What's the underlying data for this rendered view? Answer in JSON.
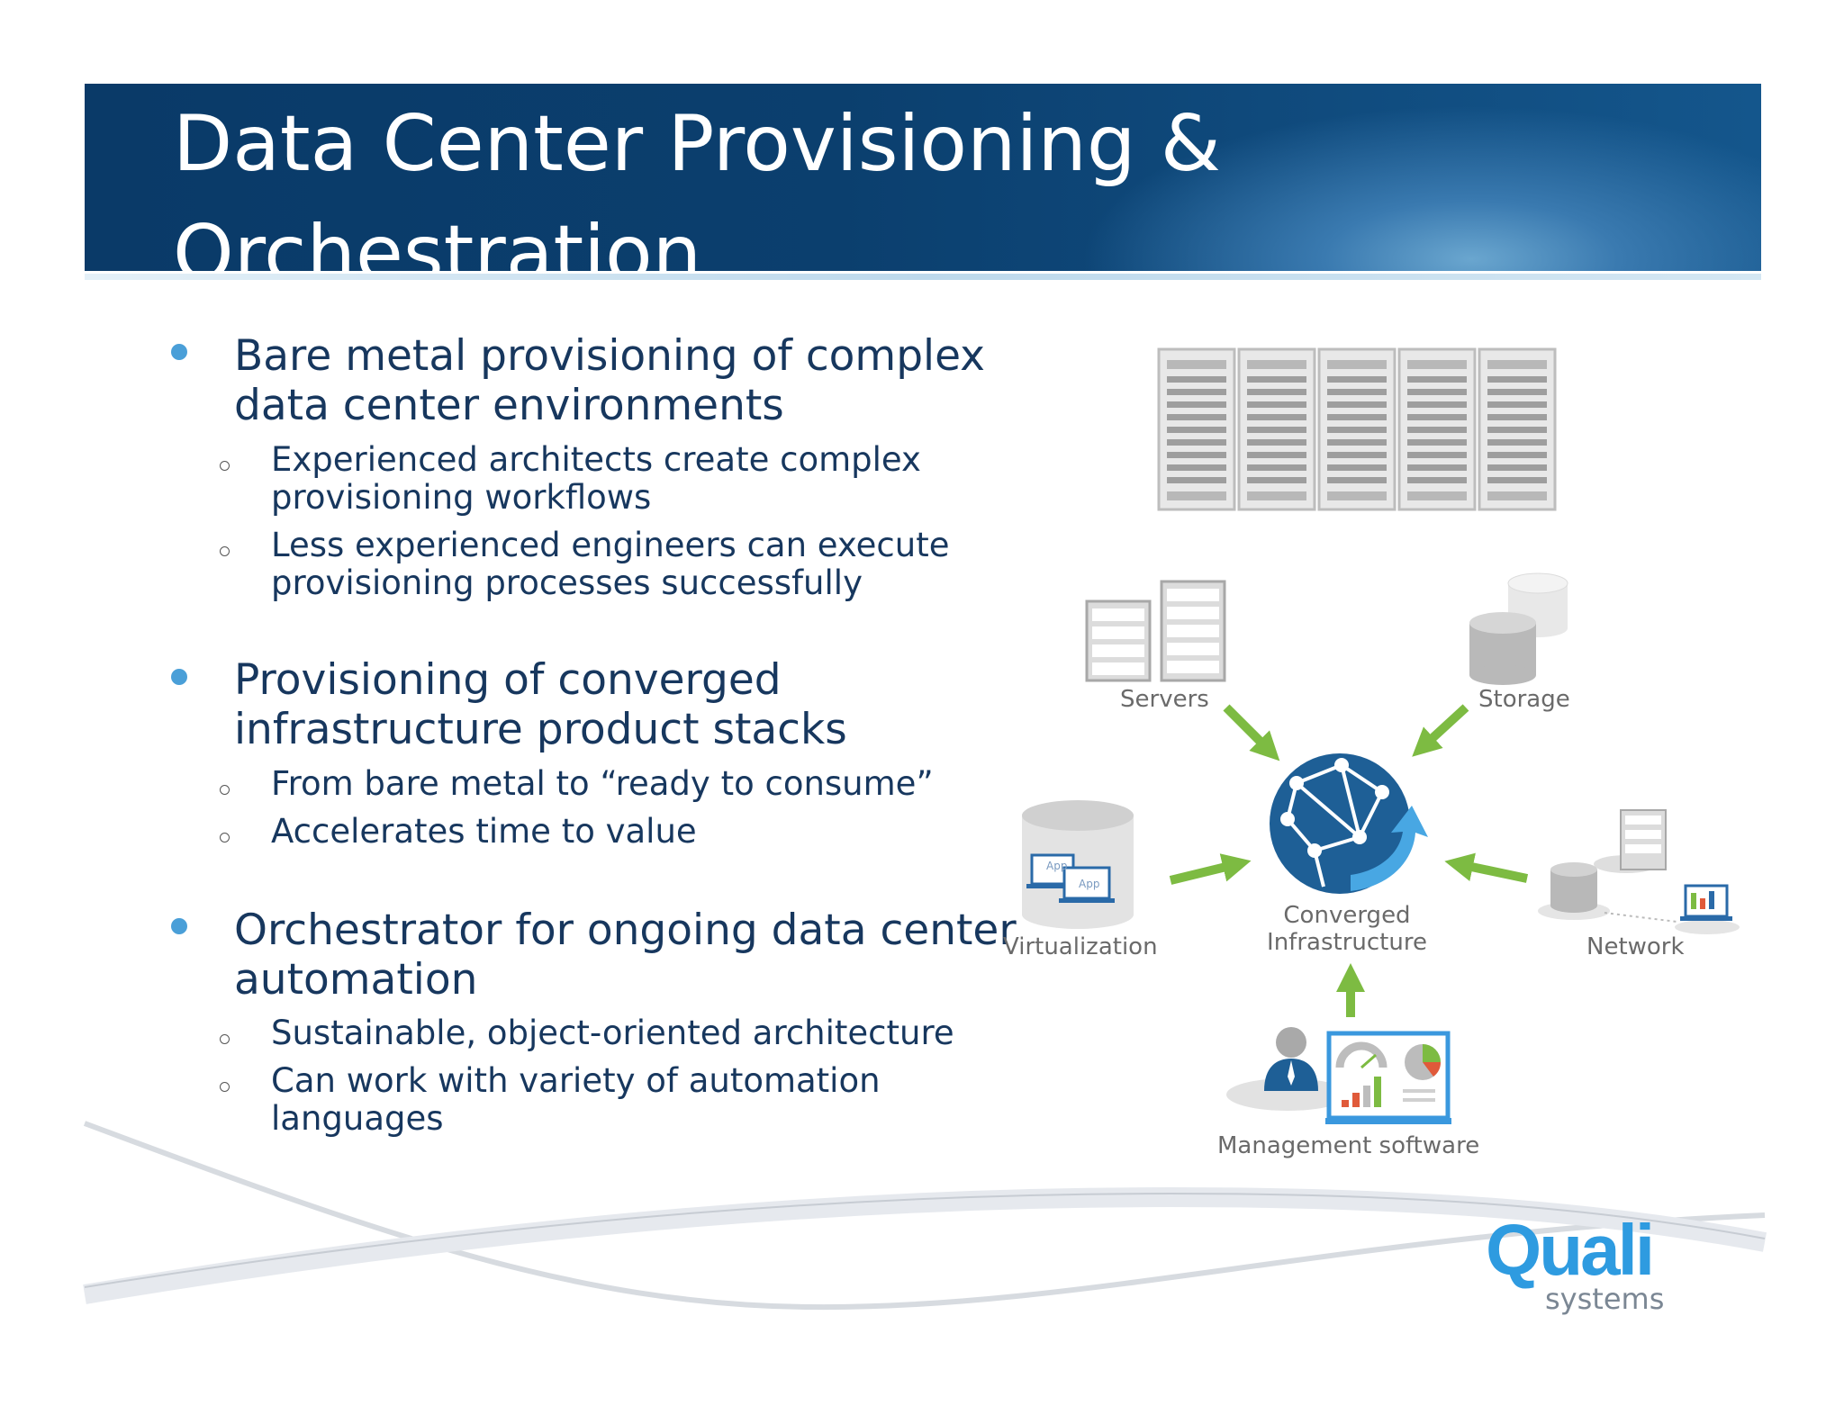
{
  "slide": {
    "title": "Data Center Provisioning &\nOrchestration",
    "bullets": [
      {
        "text": "Bare metal provisioning of complex data center environments",
        "subs": [
          "Experienced architects create complex provisioning workflows",
          "Less experienced engineers can execute provisioning processes successfully"
        ]
      },
      {
        "text": "Provisioning of converged infrastructure product stacks",
        "subs": [
          "From bare metal to “ready to consume”",
          "Accelerates time to value"
        ]
      },
      {
        "text": "Orchestrator for ongoing data center automation",
        "subs": [
          "Sustainable, object-oriented architecture",
          "Can work with variety of automation languages"
        ]
      }
    ]
  },
  "diagram": {
    "labels": {
      "servers": "Servers",
      "storage": "Storage",
      "virtualization": "Virtualization",
      "network": "Network",
      "converged": "Converged\nInfrastructure",
      "management": "Management software",
      "app": "App"
    },
    "icons": [
      "server-rack-icon",
      "servers-icon",
      "storage-icon",
      "globe-icon",
      "virtualization-icon",
      "network-icon",
      "management-software-icon"
    ],
    "arrow_color": "#7dbb42",
    "globe_color": "#1e5f96"
  },
  "logo": {
    "name": "Quali",
    "sub": "systems",
    "color": "#2e9be0"
  }
}
